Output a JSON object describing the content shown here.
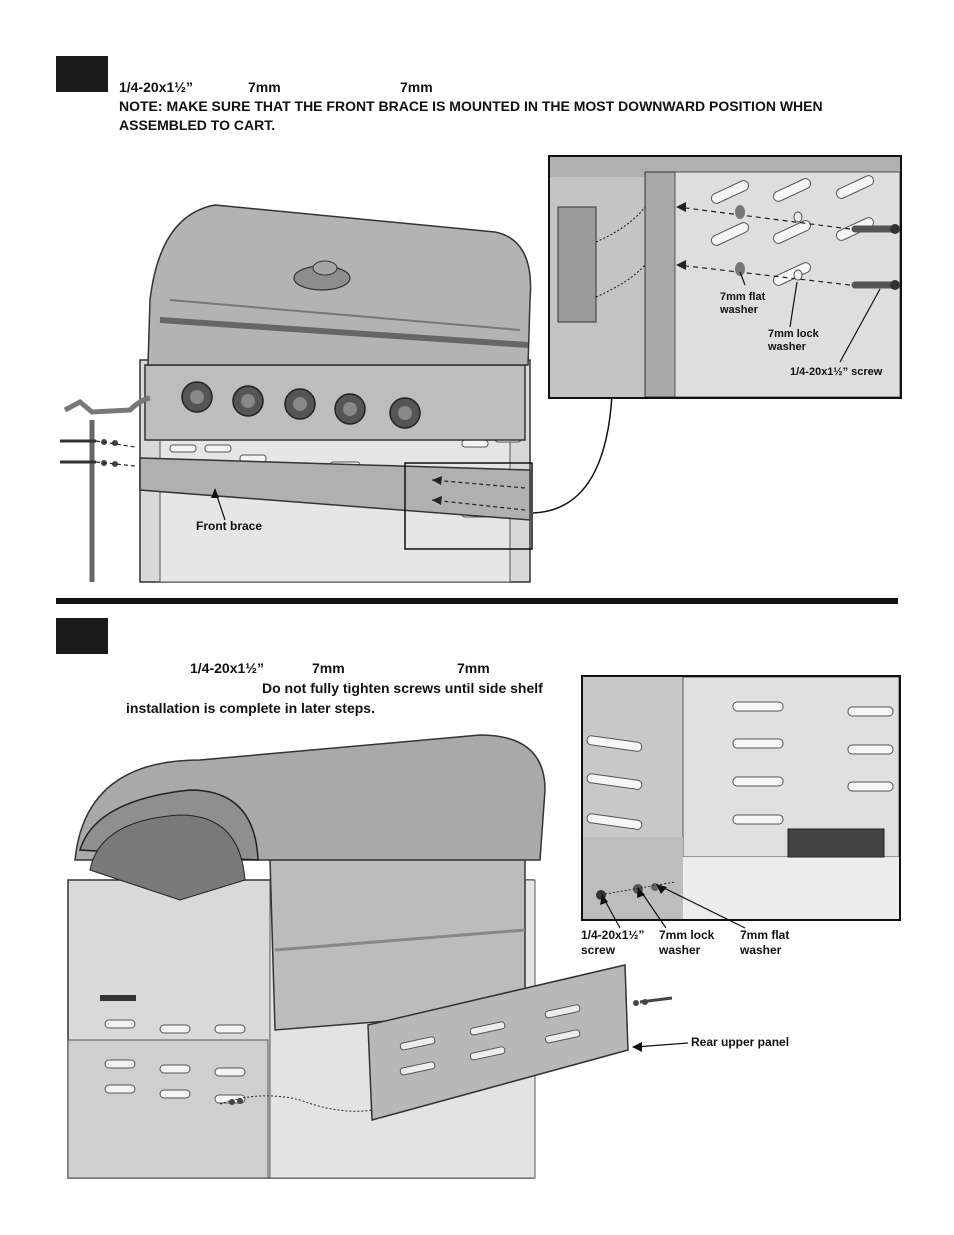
{
  "step1": {
    "line1": {
      "screw": "1/4-20x1½”",
      "flat_washer": "7mm",
      "lock_washer": "7mm"
    },
    "note_line1": "NOTE: MAKE SURE THAT THE FRONT BRACE IS MOUNTED IN THE MOST DOWNWARD POSITION WHEN",
    "note_line2": "ASSEMBLED TO CART.",
    "callouts": {
      "flat_washer": [
        "7mm flat",
        "washer"
      ],
      "lock_washer": [
        "7mm lock",
        "washer"
      ],
      "screw": "1/4-20x1½” screw",
      "front_brace": "Front brace"
    }
  },
  "step2": {
    "line1": {
      "screw": "1/4-20x1½”",
      "flat_washer": "7mm",
      "lock_washer": "7mm"
    },
    "line2": "Do not fully tighten screws until side shelf",
    "line3": "installation is complete in later steps.",
    "callouts": {
      "screw": [
        "1/4-20x1½”",
        "screw"
      ],
      "lock_washer": [
        "7mm lock",
        "washer"
      ],
      "flat_washer": [
        "7mm flat",
        "washer"
      ],
      "rear_panel": "Rear upper panel"
    }
  },
  "colors": {
    "ink": "#111111",
    "metal_dark": "#6e6e6e",
    "metal_mid": "#9a9a9a",
    "metal_light": "#cfcfcf"
  }
}
